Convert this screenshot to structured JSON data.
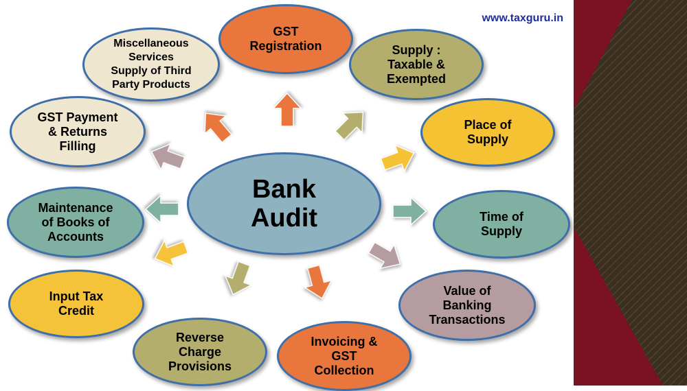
{
  "watermark": "www.taxguru.in",
  "center": {
    "label": "Bank\nAudit"
  },
  "nodes": [
    {
      "id": "gst-registration",
      "label": "GST\nRegistration"
    },
    {
      "id": "supply-taxable-exempted",
      "label": "Supply :\nTaxable &\nExempted"
    },
    {
      "id": "place-of-supply",
      "label": "Place of\nSupply"
    },
    {
      "id": "time-of-supply",
      "label": "Time of\nSupply"
    },
    {
      "id": "value-of-banking-transactions",
      "label": "Value of\nBanking\nTransactions"
    },
    {
      "id": "invoicing-gst-collection",
      "label": "Invoicing &\nGST\nCollection"
    },
    {
      "id": "reverse-charge-provisions",
      "label": "Reverse\nCharge\nProvisions"
    },
    {
      "id": "input-tax-credit",
      "label": "Input Tax\nCredit"
    },
    {
      "id": "maintenance-of-books-of-accounts",
      "label": "Maintenance\nof Books of\nAccounts"
    },
    {
      "id": "gst-payment-returns-filling",
      "label": "GST Payment\n& Returns\nFilling"
    },
    {
      "id": "miscellaneous-services",
      "label": "Miscellaneous\nServices\nSupply of Third\nParty Products"
    }
  ],
  "colors": {
    "orange": "#e8763d",
    "olive": "#b3ae6d",
    "gold": "#f4c232",
    "teal": "#7fb0a2",
    "mauve": "#b59ca0",
    "yellow": "#f4c33a",
    "cream": "#efe6cf",
    "center": "#8fb2c0",
    "border": "#3f6fa8",
    "side_dark": "#3b3020",
    "side_red": "#7a1224"
  }
}
